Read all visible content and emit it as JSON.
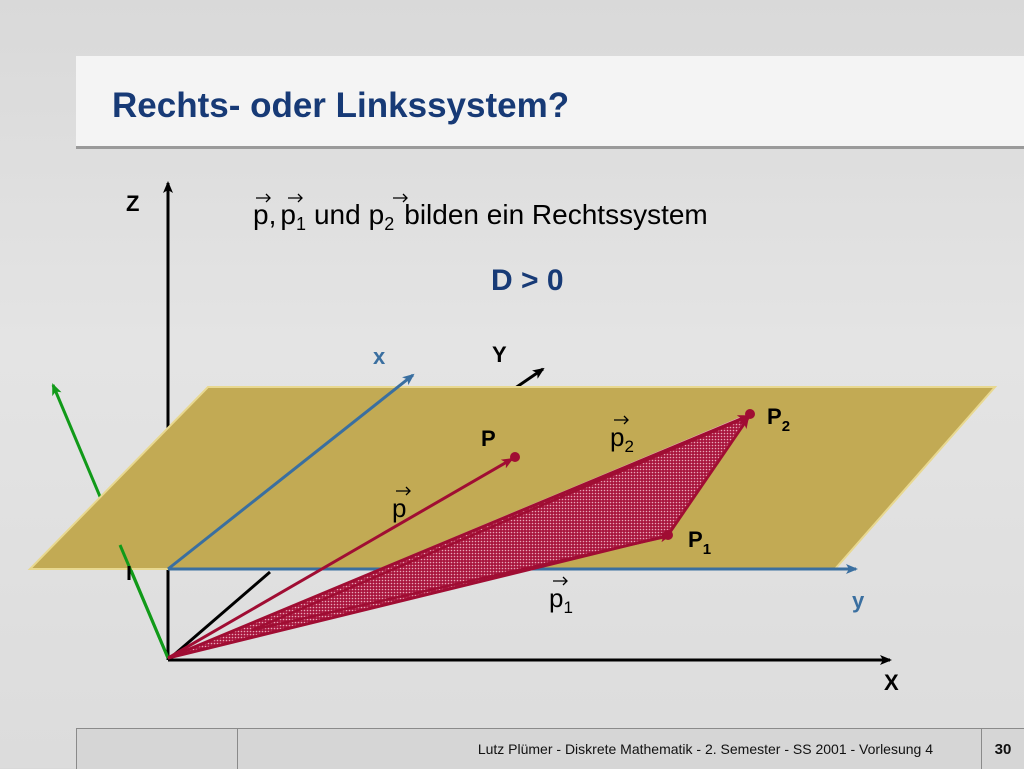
{
  "title": "Rechts- oder Linkssystem?",
  "statement": {
    "v1": "p",
    "v2": "p",
    "v2_sub": "1",
    "und": "und",
    "v3": "p",
    "v3_sub": "2",
    "rest": "bilden ein Rechtssystem"
  },
  "determinant": "D > 0",
  "axes": {
    "Z": "Z",
    "Y": "Y",
    "X": "X",
    "x": "x",
    "y": "y"
  },
  "points": {
    "P": "P",
    "P1": "P",
    "P1_sub": "1",
    "P2": "P",
    "P2_sub": "2"
  },
  "vectors": {
    "p": "p",
    "p1": "p",
    "p1_sub": "1",
    "p2": "p",
    "p2_sub": "2"
  },
  "footer": {
    "text": "Lutz Plümer  -  Diskrete Mathematik  -  2. Semester  -  SS 2001  -  Vorlesung 4",
    "page": "30"
  },
  "colors": {
    "title": "#173a76",
    "plane": "#c2aa54",
    "vector": "#a00d33",
    "axis_blue": "#3a6fa0",
    "green": "#119a19"
  }
}
